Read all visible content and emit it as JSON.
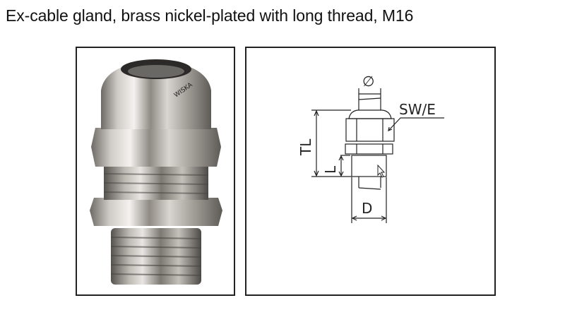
{
  "title": "Ex-cable gland, brass nickel-plated with long thread, M16",
  "drawing": {
    "diameter_symbol": "∅",
    "sw_label": "SW/E",
    "tl_label": "TL",
    "l_label": "L",
    "d_label": "D"
  },
  "photo": {
    "engraving": "WISKA"
  }
}
